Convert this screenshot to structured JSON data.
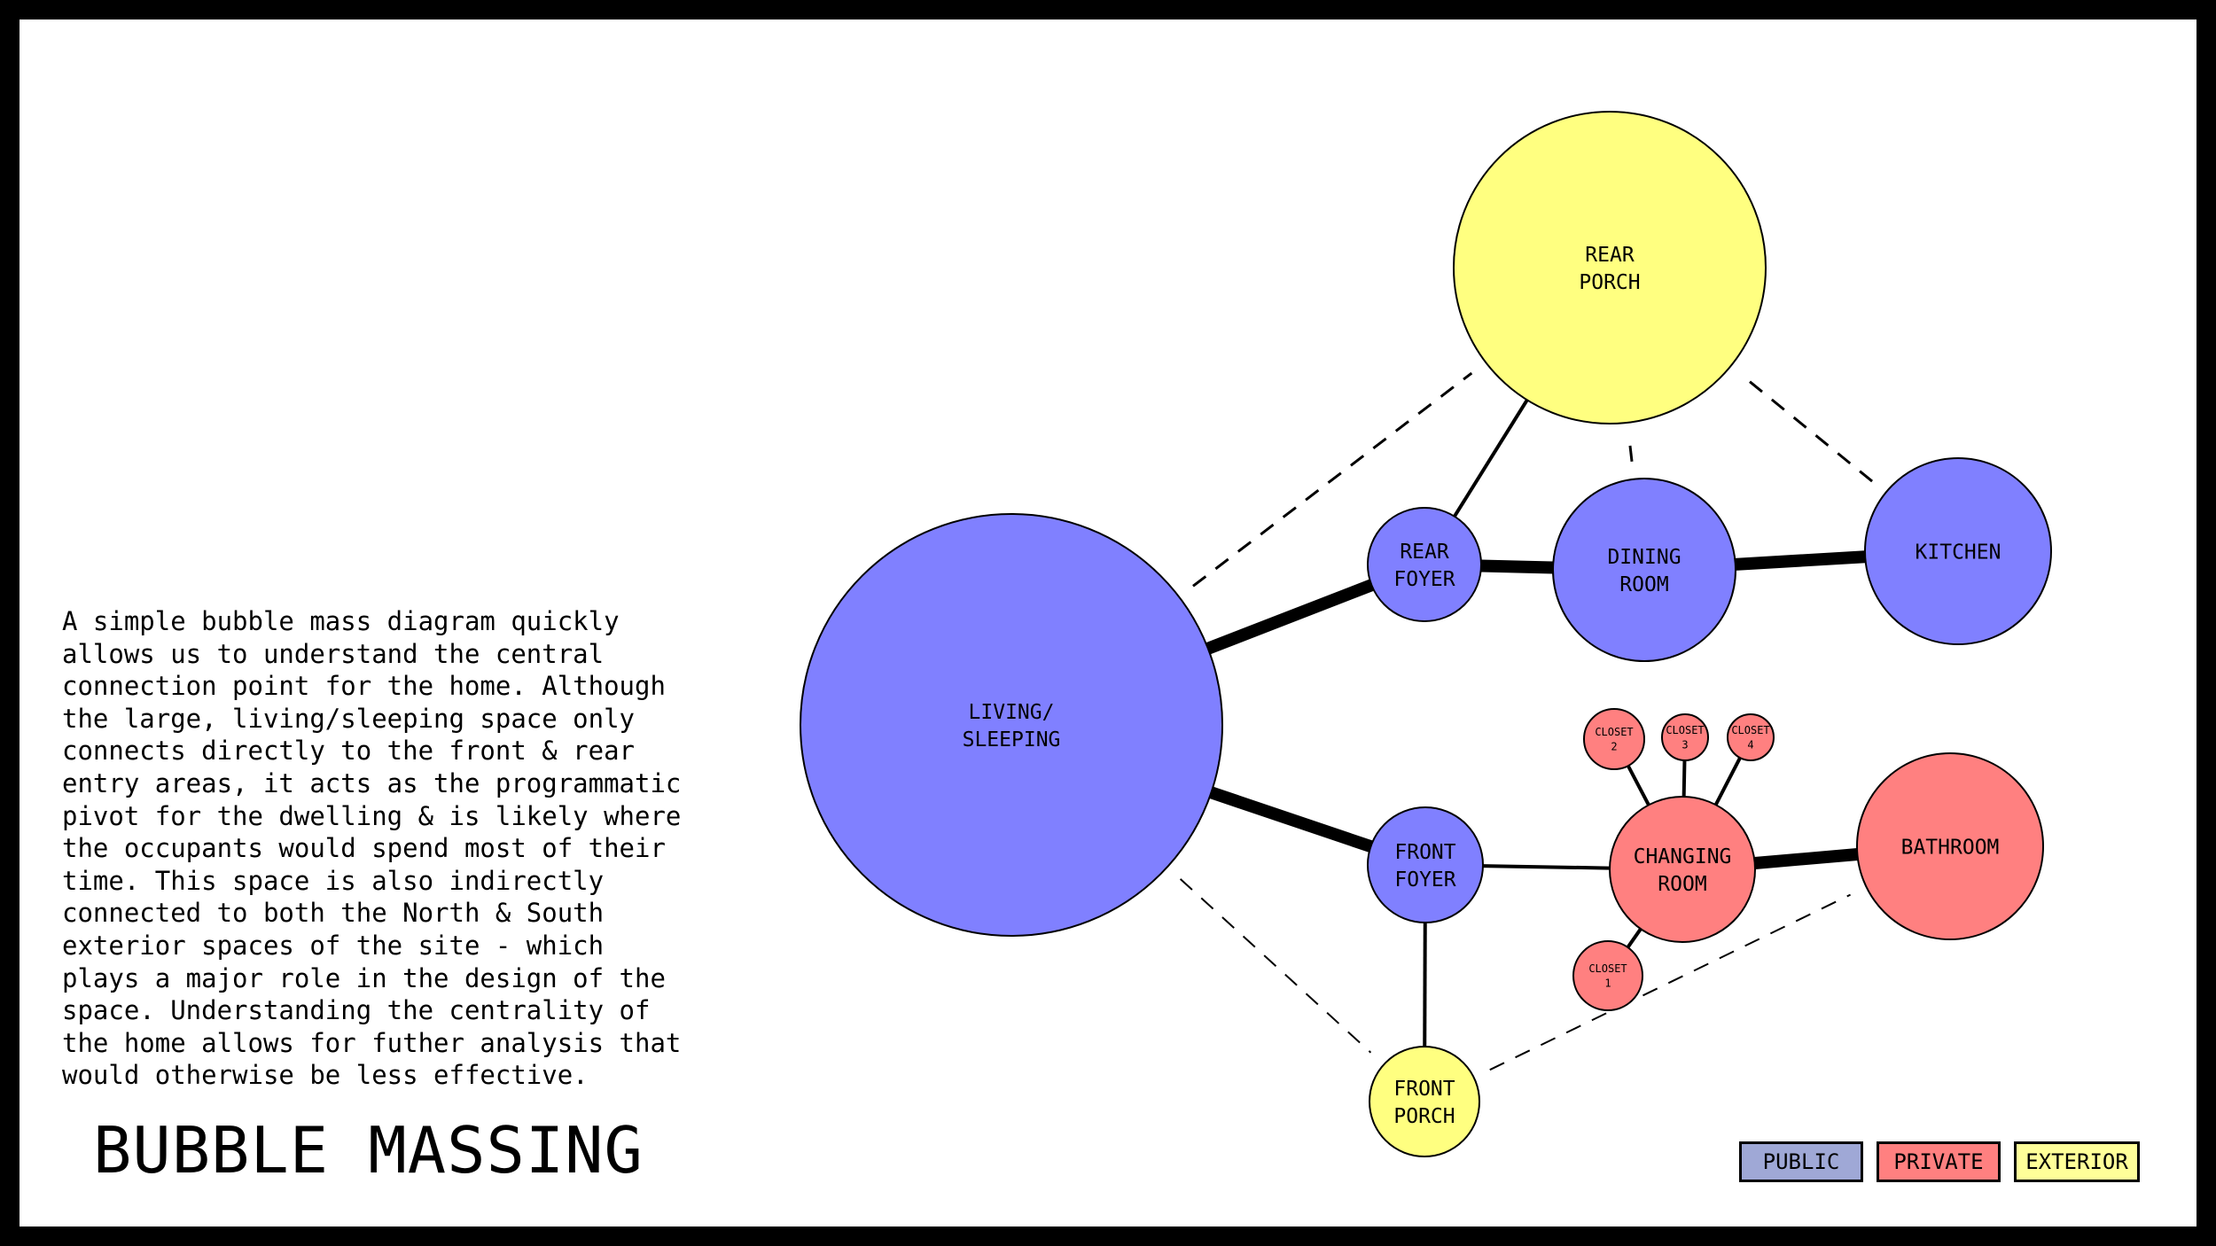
{
  "title": "BUBBLE MASSING",
  "description": "A simple bubble mass diagram quickly\nallows us to understand the central\nconnection point for the home. Although\nthe large, living/sleeping space only\nconnects directly to the front & rear\nentry areas, it acts as the programmatic\npivot for the dwelling & is likely where\nthe occupants would spend most of their\ntime. This space is also indirectly\nconnected to both the North & South\nexterior spaces of the site - which\nplays a major role in the design of the\nspace. Understanding the centrality of\nthe home allows for futher analysis that\nwould otherwise be less effective.",
  "colors": {
    "public": "#8080ff",
    "private": "#ff8080",
    "exterior": "#ffff80",
    "legend_public": "#9fa8d6",
    "legend_private": "#ff8080",
    "legend_exterior": "#ffff99"
  },
  "nodes": [
    {
      "id": "rear-porch",
      "lines": [
        "REAR",
        "PORCH"
      ],
      "category": "exterior"
    },
    {
      "id": "living-sleeping",
      "lines": [
        "LIVING/",
        "SLEEPING"
      ],
      "category": "public"
    },
    {
      "id": "rear-foyer",
      "lines": [
        "REAR",
        "FOYER"
      ],
      "category": "public"
    },
    {
      "id": "dining-room",
      "lines": [
        "DINING",
        "ROOM"
      ],
      "category": "public"
    },
    {
      "id": "kitchen",
      "lines": [
        "KITCHEN"
      ],
      "category": "public"
    },
    {
      "id": "front-foyer",
      "lines": [
        "FRONT",
        "FOYER"
      ],
      "category": "public"
    },
    {
      "id": "changing-room",
      "lines": [
        "CHANGING",
        "ROOM"
      ],
      "category": "private"
    },
    {
      "id": "bathroom",
      "lines": [
        "BATHROOM"
      ],
      "category": "private"
    },
    {
      "id": "closet-1",
      "lines": [
        "CLOSET",
        "1"
      ],
      "category": "private"
    },
    {
      "id": "closet-2",
      "lines": [
        "CLOSET",
        "2"
      ],
      "category": "private"
    },
    {
      "id": "closet-3",
      "lines": [
        "CLOSET",
        "3"
      ],
      "category": "private"
    },
    {
      "id": "closet-4",
      "lines": [
        "CLOSET",
        "4"
      ],
      "category": "private"
    },
    {
      "id": "front-porch",
      "lines": [
        "FRONT",
        "PORCH"
      ],
      "category": "exterior"
    }
  ],
  "connections": [
    {
      "from": "living-sleeping",
      "to": "rear-foyer",
      "style": "strong"
    },
    {
      "from": "living-sleeping",
      "to": "front-foyer",
      "style": "strong"
    },
    {
      "from": "rear-foyer",
      "to": "dining-room",
      "style": "strong"
    },
    {
      "from": "dining-room",
      "to": "kitchen",
      "style": "strong"
    },
    {
      "from": "changing-room",
      "to": "bathroom",
      "style": "strong"
    },
    {
      "from": "rear-foyer",
      "to": "rear-porch",
      "style": "direct"
    },
    {
      "from": "front-foyer",
      "to": "changing-room",
      "style": "direct"
    },
    {
      "from": "front-foyer",
      "to": "front-porch",
      "style": "direct"
    },
    {
      "from": "changing-room",
      "to": "closet-1",
      "style": "direct"
    },
    {
      "from": "changing-room",
      "to": "closet-2",
      "style": "direct"
    },
    {
      "from": "changing-room",
      "to": "closet-3",
      "style": "direct"
    },
    {
      "from": "changing-room",
      "to": "closet-4",
      "style": "direct"
    },
    {
      "from": "living-sleeping",
      "to": "rear-porch",
      "style": "indirect"
    },
    {
      "from": "dining-room",
      "to": "rear-porch",
      "style": "indirect"
    },
    {
      "from": "kitchen",
      "to": "rear-porch",
      "style": "indirect"
    },
    {
      "from": "living-sleeping",
      "to": "front-porch",
      "style": "indirect-light"
    },
    {
      "from": "front-porch",
      "to": "bathroom",
      "style": "indirect-light"
    }
  ],
  "legend": [
    {
      "label": "PUBLIC",
      "category": "public"
    },
    {
      "label": "PRIVATE",
      "category": "private"
    },
    {
      "label": "EXTERIOR",
      "category": "exterior"
    }
  ]
}
